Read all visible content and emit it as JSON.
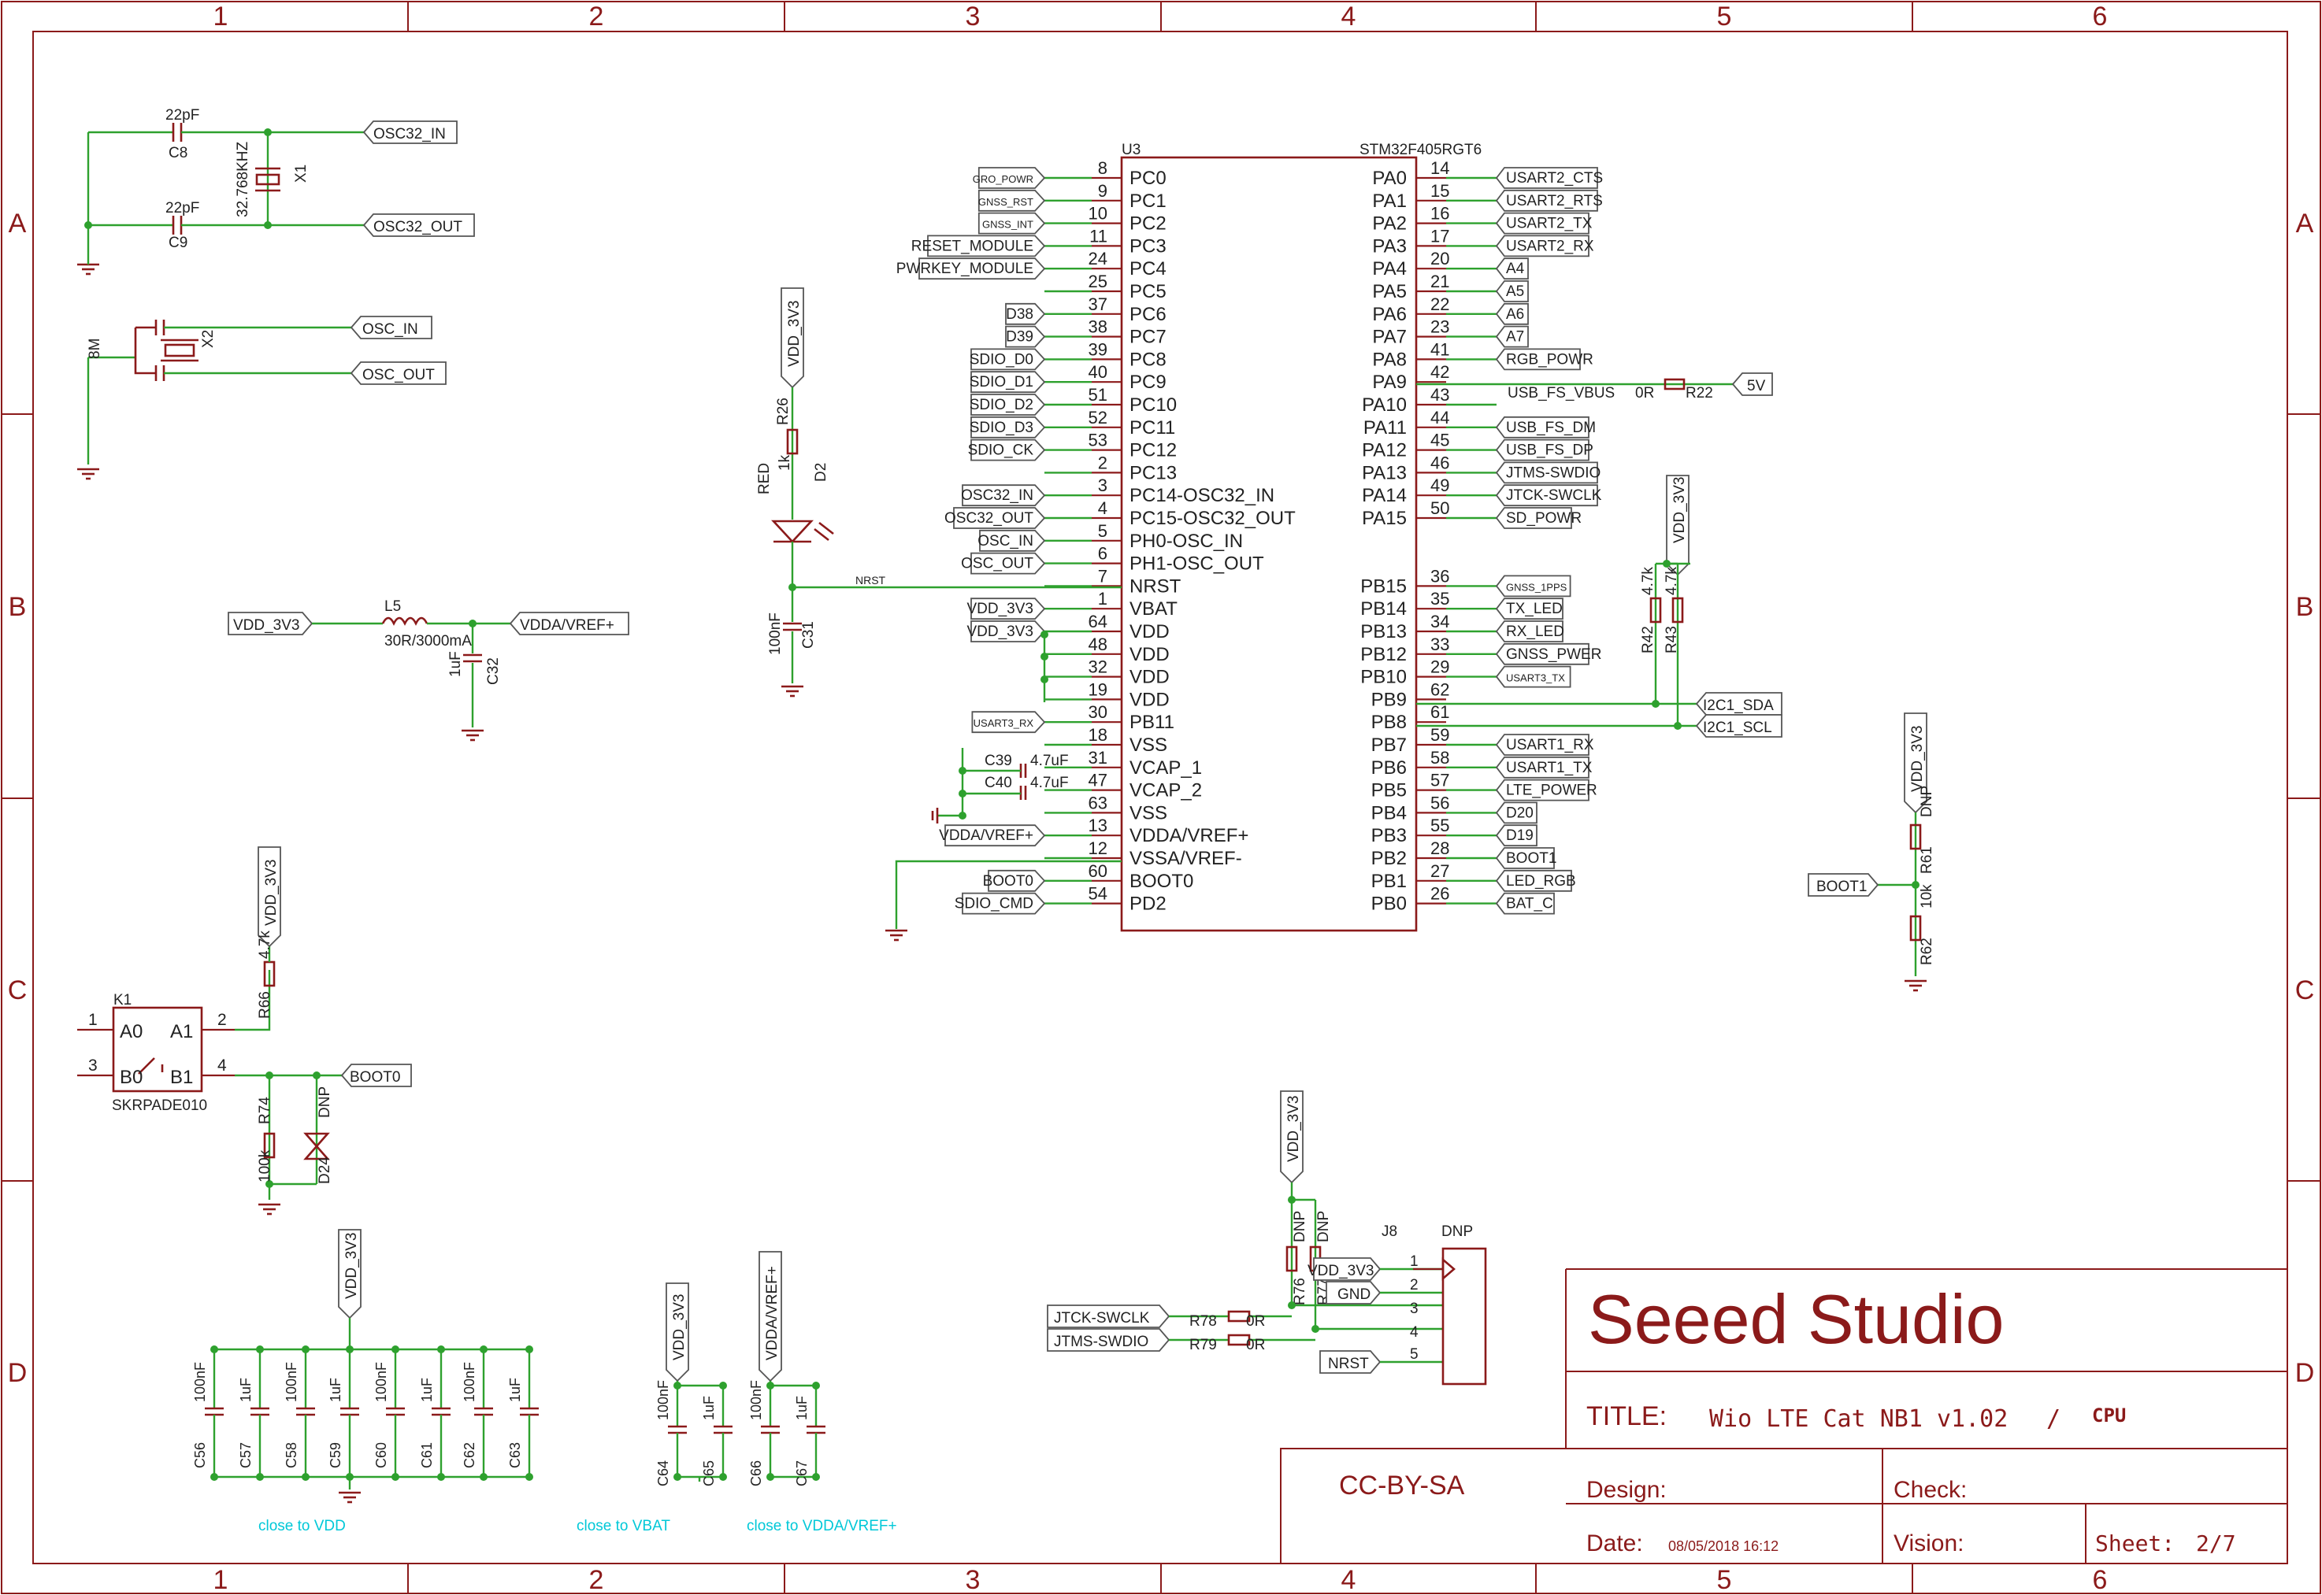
{
  "sheet": {
    "col_labels": [
      "1",
      "2",
      "3",
      "4",
      "5",
      "6"
    ],
    "row_labels": [
      "A",
      "B",
      "C",
      "D"
    ]
  },
  "title_block": {
    "company": "Seeed Studio",
    "title_label": "TITLE:",
    "title_value": "Wio LTE Cat NB1 v1.02",
    "title_sep": "/",
    "title_sub": "CPU",
    "license": "CC-BY-SA",
    "design_label": "Design:",
    "check_label": "Check:",
    "date_label": "Date:",
    "date_value": "08/05/2018 16:12",
    "vision_label": "Vision:",
    "sheet_label": "Sheet:",
    "sheet_value": "2/7"
  },
  "mcu": {
    "ref": "U3",
    "part": "STM32F405RGT6",
    "left_pins": [
      {
        "num": "8",
        "name": "PC0",
        "net": "GRO_POWR",
        "small": true
      },
      {
        "num": "9",
        "name": "PC1",
        "net": "GNSS_RST",
        "small": true
      },
      {
        "num": "10",
        "name": "PC2",
        "net": "GNSS_INT",
        "small": true
      },
      {
        "num": "11",
        "name": "PC3",
        "net": "RESET_MODULE"
      },
      {
        "num": "24",
        "name": "PC4",
        "net": "PWRKEY_MODULE"
      },
      {
        "num": "25",
        "name": "PC5",
        "net": ""
      },
      {
        "num": "37",
        "name": "PC6",
        "net": "D38"
      },
      {
        "num": "38",
        "name": "PC7",
        "net": "D39"
      },
      {
        "num": "39",
        "name": "PC8",
        "net": "SDIO_D0"
      },
      {
        "num": "40",
        "name": "PC9",
        "net": "SDIO_D1"
      },
      {
        "num": "51",
        "name": "PC10",
        "net": "SDIO_D2"
      },
      {
        "num": "52",
        "name": "PC11",
        "net": "SDIO_D3"
      },
      {
        "num": "53",
        "name": "PC12",
        "net": "SDIO_CK"
      },
      {
        "num": "2",
        "name": "PC13",
        "net": ""
      },
      {
        "num": "3",
        "name": "PC14-OSC32_IN",
        "net": "OSC32_IN"
      },
      {
        "num": "4",
        "name": "PC15-OSC32_OUT",
        "net": "OSC32_OUT"
      },
      {
        "num": "5",
        "name": "PH0-OSC_IN",
        "net": "OSC_IN"
      },
      {
        "num": "6",
        "name": "PH1-OSC_OUT",
        "net": "OSC_OUT"
      },
      {
        "num": "7",
        "name": "NRST",
        "net": ""
      },
      {
        "num": "1",
        "name": "VBAT",
        "net": "VDD_3V3"
      },
      {
        "num": "64",
        "name": "VDD",
        "net": "VDD_3V3"
      },
      {
        "num": "48",
        "name": "VDD",
        "net": ""
      },
      {
        "num": "32",
        "name": "VDD",
        "net": ""
      },
      {
        "num": "19",
        "name": "VDD",
        "net": ""
      },
      {
        "num": "30",
        "name": "PB11",
        "net": "USART3_RX",
        "small": true
      },
      {
        "num": "18",
        "name": "VSS",
        "net": ""
      },
      {
        "num": "31",
        "name": "VCAP_1",
        "net": ""
      },
      {
        "num": "47",
        "name": "VCAP_2",
        "net": ""
      },
      {
        "num": "63",
        "name": "VSS",
        "net": ""
      },
      {
        "num": "13",
        "name": "VDDA/VREF+",
        "net": "VDDA/VREF+"
      },
      {
        "num": "12",
        "name": "VSSA/VREF-",
        "net": ""
      },
      {
        "num": "60",
        "name": "BOOT0",
        "net": "BOOT0"
      },
      {
        "num": "54",
        "name": "PD2",
        "net": "SDIO_CMD"
      }
    ],
    "right_pins": [
      {
        "num": "14",
        "name": "PA0",
        "net": "USART2_CTS"
      },
      {
        "num": "15",
        "name": "PA1",
        "net": "USART2_RTS"
      },
      {
        "num": "16",
        "name": "PA2",
        "net": "USART2_TX"
      },
      {
        "num": "17",
        "name": "PA3",
        "net": "USART2_RX"
      },
      {
        "num": "20",
        "name": "PA4",
        "net": "A4"
      },
      {
        "num": "21",
        "name": "PA5",
        "net": "A5"
      },
      {
        "num": "22",
        "name": "PA6",
        "net": "A6"
      },
      {
        "num": "23",
        "name": "PA7",
        "net": "A7"
      },
      {
        "num": "41",
        "name": "PA8",
        "net": "RGB_POWR"
      },
      {
        "num": "42",
        "name": "PA9",
        "net": ""
      },
      {
        "num": "43",
        "name": "PA10",
        "net": ""
      },
      {
        "num": "44",
        "name": "PA11",
        "net": "USB_FS_DM"
      },
      {
        "num": "45",
        "name": "PA12",
        "net": "USB_FS_DP"
      },
      {
        "num": "46",
        "name": "PA13",
        "net": "JTMS-SWDIO"
      },
      {
        "num": "49",
        "name": "PA14",
        "net": "JTCK-SWCLK"
      },
      {
        "num": "50",
        "name": "PA15",
        "net": "SD_POWR"
      },
      {
        "num": "",
        "name": "",
        "net": ""
      },
      {
        "num": "",
        "name": "",
        "net": ""
      },
      {
        "num": "36",
        "name": "PB15",
        "net": "GNSS_1PPS",
        "small": true
      },
      {
        "num": "35",
        "name": "PB14",
        "net": "TX_LED"
      },
      {
        "num": "34",
        "name": "PB13",
        "net": "RX_LED"
      },
      {
        "num": "33",
        "name": "PB12",
        "net": "GNSS_PWER"
      },
      {
        "num": "29",
        "name": "PB10",
        "net": "USART3_TX",
        "small": true
      },
      {
        "num": "62",
        "name": "PB9",
        "net": ""
      },
      {
        "num": "61",
        "name": "PB8",
        "net": ""
      },
      {
        "num": "59",
        "name": "PB7",
        "net": "USART1_RX"
      },
      {
        "num": "58",
        "name": "PB6",
        "net": "USART1_TX"
      },
      {
        "num": "57",
        "name": "PB5",
        "net": "LTE_POWER"
      },
      {
        "num": "56",
        "name": "PB4",
        "net": "D20"
      },
      {
        "num": "55",
        "name": "PB3",
        "net": "D19"
      },
      {
        "num": "28",
        "name": "PB2",
        "net": "BOOT1"
      },
      {
        "num": "27",
        "name": "PB1",
        "net": "LED_RGB"
      },
      {
        "num": "26",
        "name": "PB0",
        "net": "BAT_C"
      }
    ]
  },
  "text": {
    "c8_val": "22pF",
    "c8": "C8",
    "c9_val": "22pF",
    "c9": "C9",
    "x1": "X1",
    "x1_val": "32.768KHZ",
    "osc32_in": "OSC32_IN",
    "osc32_out": "OSC32_OUT",
    "x2": "X2",
    "x2_val": "8M",
    "osc_in": "OSC_IN",
    "osc_out": "OSC_OUT",
    "vdd3v3": "VDD_3V3",
    "l5": "L5",
    "l5_val": "30R/3000mA",
    "vdda": "VDDA/VREF+",
    "c32": "C32",
    "c32_val": "1uF",
    "r26": "R26",
    "r26_val": "1k",
    "d2": "D2",
    "red": "RED",
    "nrst_net": "NRST",
    "c31": "C31",
    "c31_val": "100nF",
    "c39": "C39",
    "c39_val": "4.7uF",
    "c40": "C40",
    "c40_val": "4.7uF",
    "usb_fs_vbus": "USB_FS_VBUS",
    "r22_val": "0R",
    "r22": "R22",
    "v5": "5V",
    "r42": "R42",
    "r42_val": "4.7k",
    "r43": "R43",
    "r43_val": "4.7k",
    "i2c1_sda": "I2C1_SDA",
    "i2c1_scl": "I2C1_SCL",
    "boot1": "BOOT1",
    "r61": "R61",
    "r61_val": "DNP",
    "r62": "R62",
    "r62_val": "10k",
    "k1": "K1",
    "k1_part": "SKRPADE010",
    "a0": "A0",
    "a1": "A1",
    "b0": "B0",
    "b1": "B1",
    "p1": "1",
    "p2": "2",
    "p3": "3",
    "p4": "4",
    "r66": "R66",
    "r66_val": "4.7k",
    "boot0": "BOOT0",
    "r74": "R74",
    "r74_val": "100k",
    "d24": "D24",
    "d24_val": "DNP",
    "c56": "C56",
    "c57": "C57",
    "c58": "C58",
    "c59": "C59",
    "c60": "C60",
    "c61": "C61",
    "c62": "C62",
    "c63": "C63",
    "v100nf": "100nF",
    "v1uf": "1uF",
    "c64": "C64",
    "c65": "C65",
    "c66": "C66",
    "c67": "C67",
    "note_vdd": "close to VDD",
    "note_vbat": "close to VBAT",
    "note_vdda": "close to VDDA/VREF+",
    "j8": "J8",
    "j8_dnp": "DNP",
    "r76": "R76",
    "r77": "R77",
    "dnp": "DNP",
    "gnd": "GND",
    "jtck": "JTCK-SWCLK",
    "jtms": "JTMS-SWDIO",
    "r78": "R78",
    "r79": "R79",
    "zero_r": "0R",
    "nrst": "NRST",
    "j1": "1",
    "j2": "2",
    "j3": "3",
    "j4": "4",
    "j5": "5"
  }
}
